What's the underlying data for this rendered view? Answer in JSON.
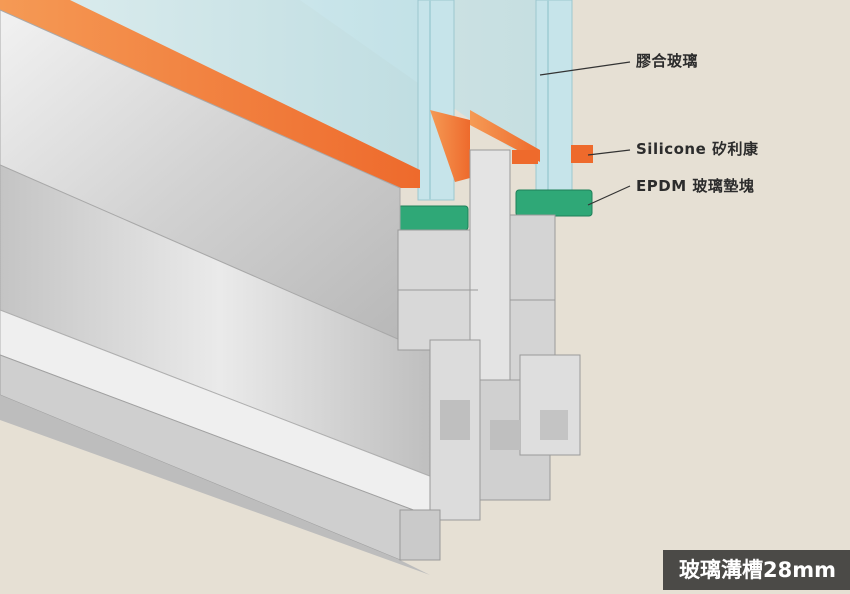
{
  "callouts": {
    "laminated_glass": "膠合玻璃",
    "silicone": "Silicone 矽利康",
    "epdm": "EPDM 玻璃墊塊"
  },
  "caption": "玻璃溝槽28mm",
  "colors": {
    "background": "#e6e0d4",
    "aluminum": "#d6d6d6",
    "silicone_orange": "#f07a3c",
    "epdm_green": "#2fa877",
    "glass": "#cfe7ec"
  }
}
